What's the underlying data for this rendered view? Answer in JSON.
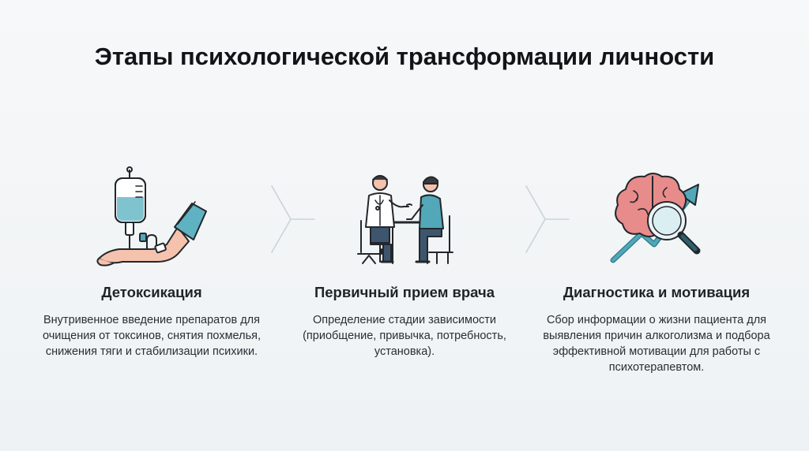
{
  "title": "Этапы психологической трансформации личности",
  "stages": [
    {
      "title": "Детоксикация",
      "description": "Внутривенное введение препаратов для очищения от токсинов, снятия похмелья, снижения тяги и стабилизации психики.",
      "icon": "iv-drip-icon"
    },
    {
      "title": "Первичный прием врача",
      "description": "Определение стадии зависимости (приобщение, привычка, потребность, установка).",
      "icon": "doctor-consultation-icon"
    },
    {
      "title": "Диагностика и мотивация",
      "description": "Сбор информации о жизни пациента для выявления причин алкоголизма и подбора эффективной мотивации для работы с психотерапевтом.",
      "icon": "brain-magnifier-growth-icon"
    }
  ],
  "colors": {
    "teal": "#52a8b8",
    "teal_dark": "#2f7f90",
    "brain_pink": "#e88b8b",
    "outline": "#23272b"
  }
}
